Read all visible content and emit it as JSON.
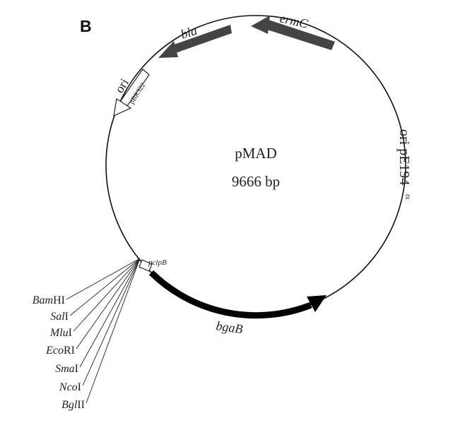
{
  "panel_label": "B",
  "plasmid": {
    "name": "pMAD",
    "size": "9666 bp"
  },
  "features": {
    "ermC": "ermC",
    "bla": "bla",
    "ori_main": "ori",
    "ori_sub": "pBR322",
    "ori_right_main": "ori pE194",
    "ori_right_sup": "ts",
    "pclpB": "pclpB",
    "bgaB": "bgaB"
  },
  "restriction_sites": [
    {
      "italic": "Bam",
      "roman": "HI"
    },
    {
      "italic": "Sal",
      "roman": "I"
    },
    {
      "italic": "Mlu",
      "roman": "I"
    },
    {
      "italic": "Eco",
      "roman": "RI"
    },
    {
      "italic": "Sma",
      "roman": "I"
    },
    {
      "italic": "Nco",
      "roman": "I"
    },
    {
      "italic": "Bgl",
      "roman": "II"
    }
  ],
  "colors": {
    "line": "#111111",
    "arrow_dark": "#444444",
    "arrow_black": "#000000",
    "ori_fill": "#ffffff"
  }
}
